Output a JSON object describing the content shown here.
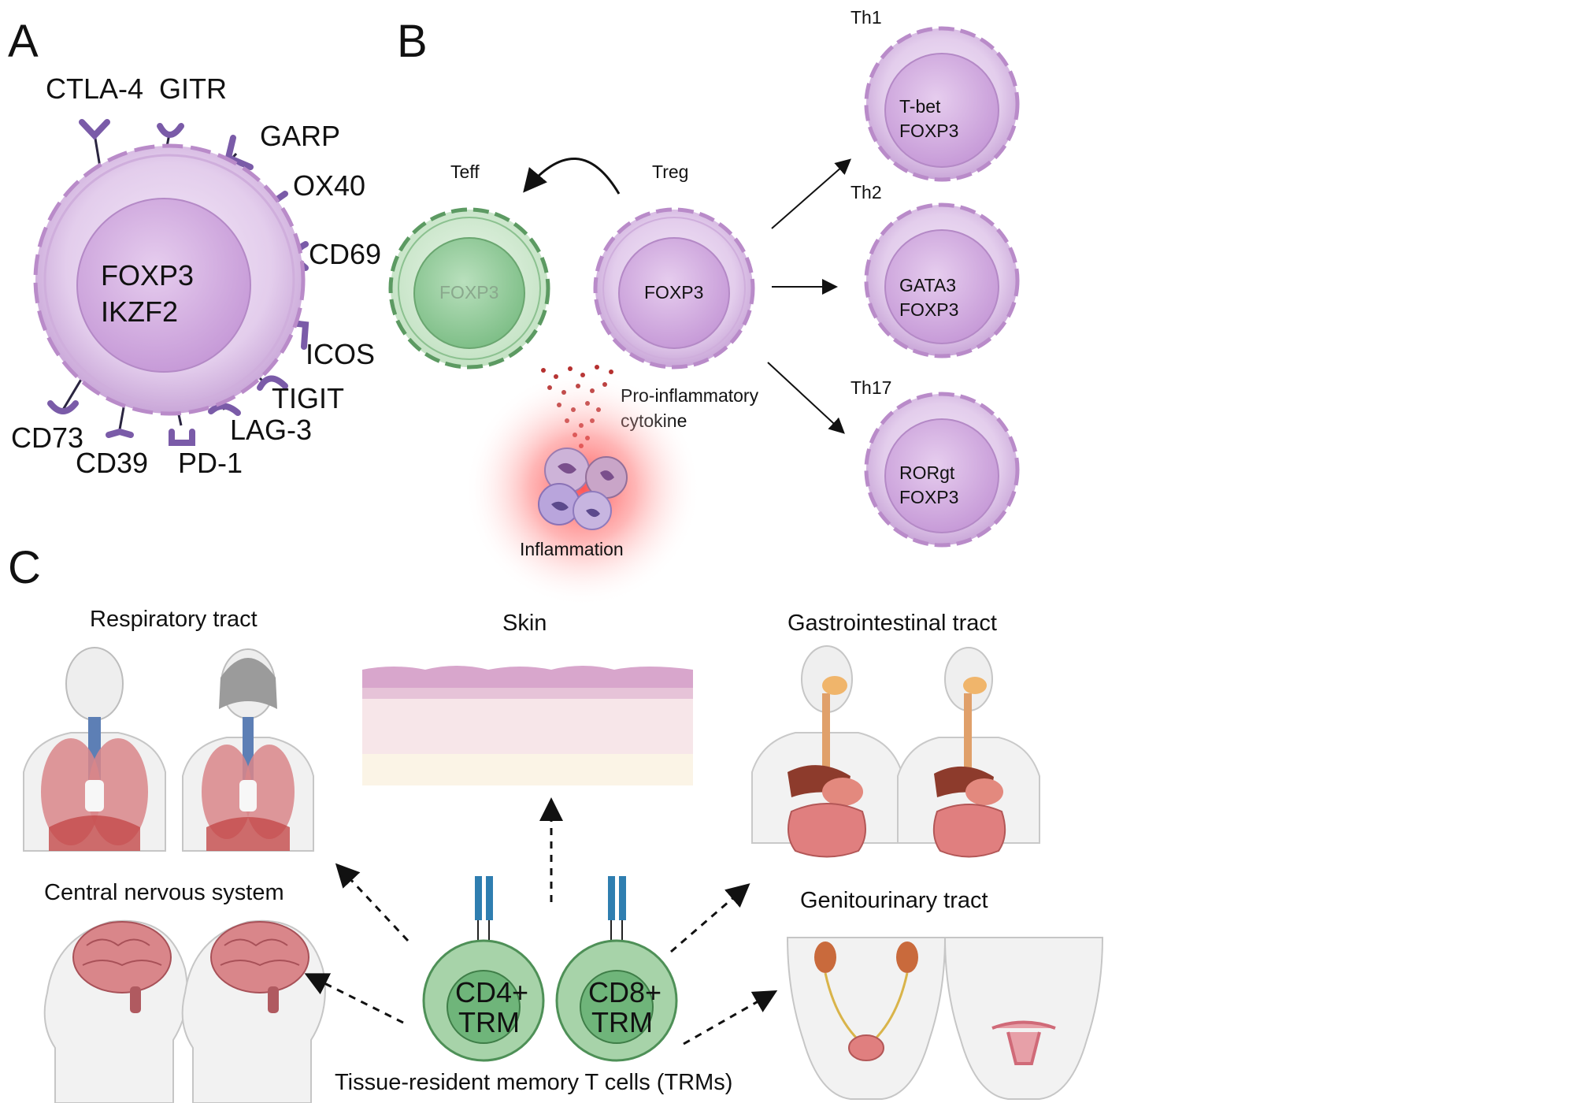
{
  "panel_a": {
    "letter": "A",
    "cell_markers": [
      "FOXP3",
      "IKZF2"
    ],
    "receptors": [
      "CTLA-4",
      "GITR",
      "GARP",
      "OX40",
      "CD69",
      "ICOS",
      "TIGIT",
      "LAG-3",
      "PD-1",
      "CD39",
      "CD73"
    ]
  },
  "panel_b": {
    "letter": "B",
    "teff": {
      "title": "Teff",
      "marker": "FOXP3"
    },
    "treg": {
      "title": "Treg",
      "marker": "FOXP3"
    },
    "cytokine_label": [
      "Pro-inflammatory",
      "cytokine"
    ],
    "inflammation_label": "Inflammation",
    "subsets": [
      {
        "title": "Th1",
        "markers": [
          "T-bet",
          "FOXP3"
        ]
      },
      {
        "title": "Th2",
        "markers": [
          "GATA3",
          "FOXP3"
        ]
      },
      {
        "title": "Th17",
        "markers": [
          "RORgt",
          "FOXP3"
        ]
      }
    ],
    "colors": {
      "treg": "#d8bfe4",
      "teff": "#a9d6ad",
      "inflammation": "#ff5a5a"
    }
  },
  "panel_c": {
    "letter": "C",
    "regions": {
      "respiratory": "Respiratory tract",
      "skin": "Skin",
      "gastrointestinal": "Gastrointestinal tract",
      "cns": "Central nervous system",
      "genitourinary": "Genitourinary tract"
    },
    "cells": [
      {
        "name": "CD4+",
        "sub": "TRM"
      },
      {
        "name": "CD8+",
        "sub": "TRM"
      }
    ],
    "caption": "Tissue-resident memory T cells (TRMs)",
    "colors": {
      "trm_outer": "#a7d3a9",
      "trm_inner": "#6fb57a",
      "receptor": "#2f7eb0"
    }
  }
}
